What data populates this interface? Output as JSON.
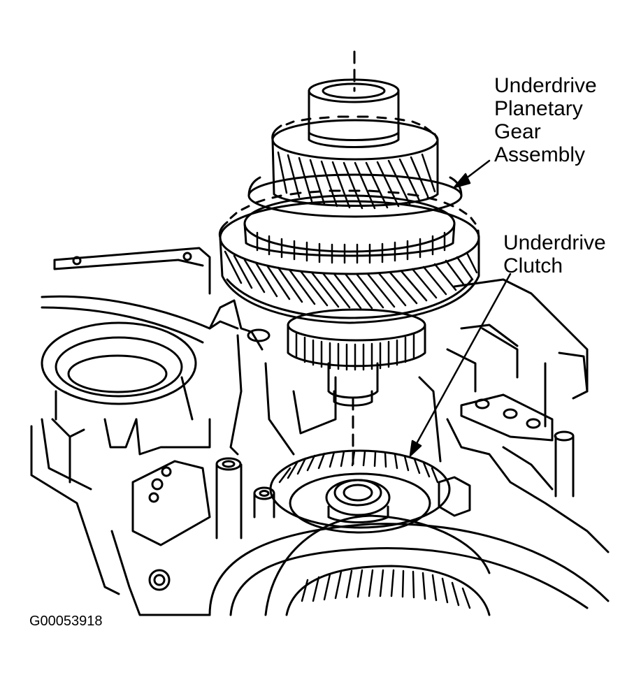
{
  "labels": {
    "planetary_gear_assembly": [
      "Underdrive",
      "Planetary",
      "Gear",
      "Assembly"
    ],
    "underdrive_clutch": [
      "Underdrive",
      "Clutch"
    ]
  },
  "figure_id": "G00053918",
  "colors": {
    "line": "#000000",
    "background": "#ffffff"
  }
}
